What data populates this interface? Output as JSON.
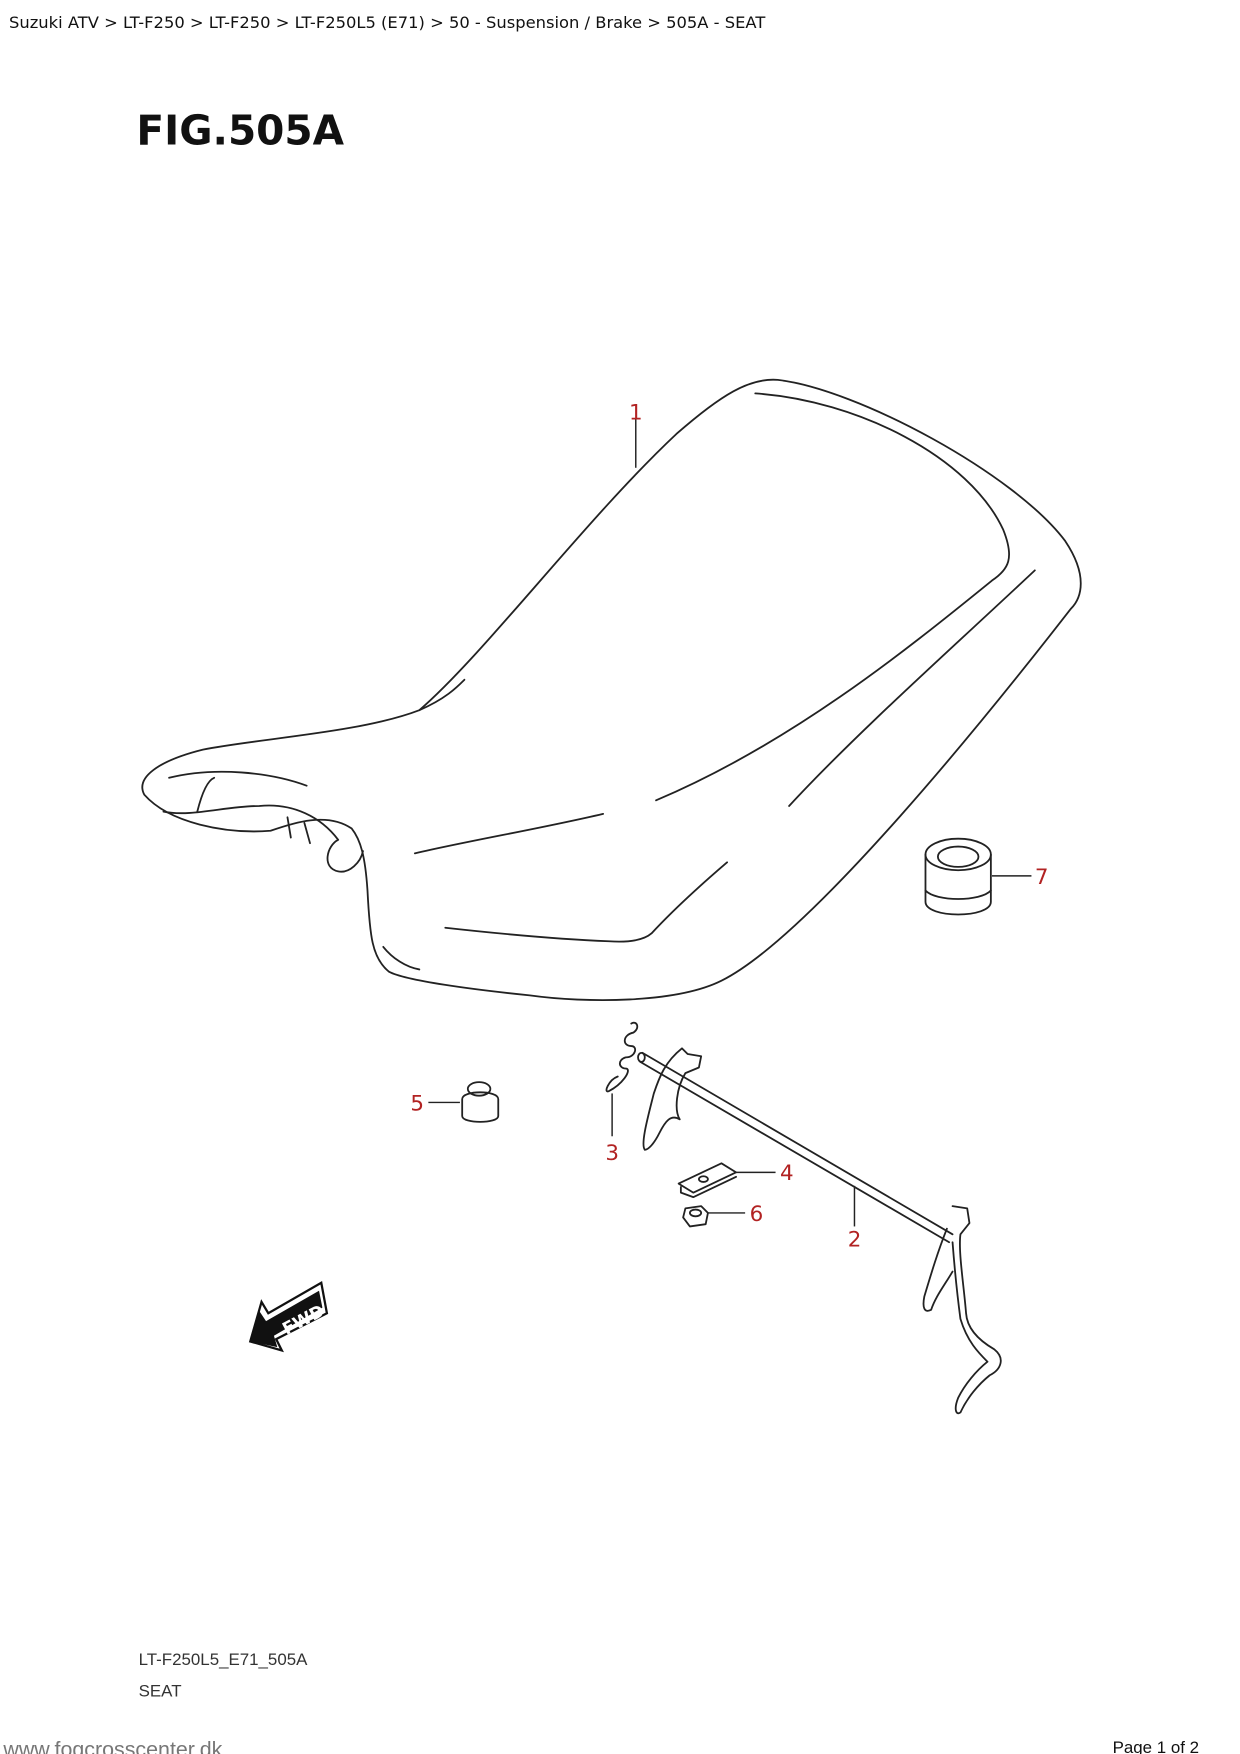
{
  "breadcrumb": "Suzuki ATV > LT-F250 > LT-F250 > LT-F250L5  (E71) > 50 - Suspension / Brake > 505A - SEAT",
  "figure_title": "FIG.505A",
  "callouts": {
    "c1": "1",
    "c2": "2",
    "c3": "3",
    "c4": "4",
    "c5": "5",
    "c6": "6",
    "c7": "7"
  },
  "fwd_label": "FWD",
  "drawing_code": "LT-F250L5_E71_505A",
  "drawing_name": "SEAT",
  "footer": {
    "site": "www.fogcrosscenter.dk",
    "page": "Page 1 of 2"
  },
  "colors": {
    "callout": "#b22222"
  }
}
